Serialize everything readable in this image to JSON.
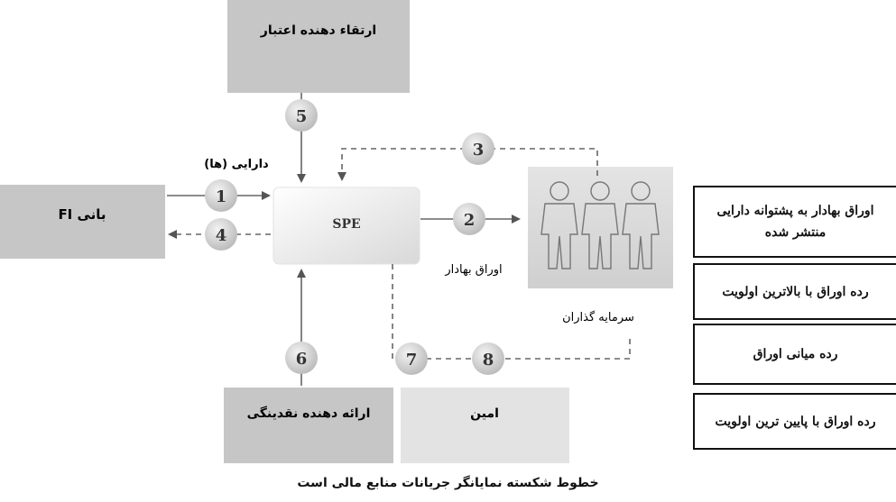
{
  "boxes": {
    "credit_enhancer": "ارتقاء دهنده اعتبار",
    "originator": "بانی FI",
    "spe": "SPE",
    "liquidity_provider": "ارائه دهنده نقدینگی",
    "trustee": "امین"
  },
  "labels": {
    "assets": "دارایی (ها)",
    "securities": "اوراق بهادار",
    "investors": "سرمایه گذاران"
  },
  "flow_numbers": [
    "1",
    "2",
    "3",
    "4",
    "5",
    "6",
    "7",
    "8"
  ],
  "tranches": [
    "اوراق بهادار به پشتوانه دارایی منتشر شده",
    "رده اوراق با بالاترین اولویت",
    "رده میانی اوراق",
    "رده اوراق با پایین ترین اولویت"
  ],
  "caption": "خطوط شکسته نمایانگر جریانات منابع مالی است",
  "colors": {
    "box_gray": "#c6c6c6",
    "box_light": "#e3e3e3",
    "circle": "#cfcfcf",
    "line": "#666666"
  },
  "icons": {
    "investors": "three-people-icon"
  }
}
